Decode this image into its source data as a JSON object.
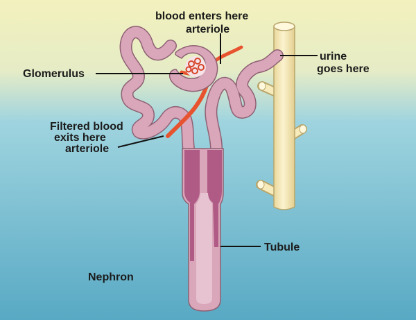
{
  "labels": {
    "blood_enters_line1": "blood enters here",
    "blood_enters_line2": "arteriole",
    "glomerulus": "Glomerulus",
    "urine_line1": "urine",
    "urine_line2": "goes here",
    "filtered_line1": "Filtered blood",
    "filtered_line2": "exits here",
    "filtered_line3": "arteriole",
    "tubule": "Tubule",
    "nephron": "Nephron"
  },
  "colors": {
    "background_top": "#f2f0b8",
    "background_bottom": "#5fb0c8",
    "tubule_fill": "#d9a6ba",
    "tubule_outline": "#8e6173",
    "loop_fill": "#b05a86",
    "artery": "#e8532f",
    "collecting_duct": "#f7ebbc",
    "duct_outline": "#b8a56b",
    "label_text": "#1b1b1b"
  }
}
